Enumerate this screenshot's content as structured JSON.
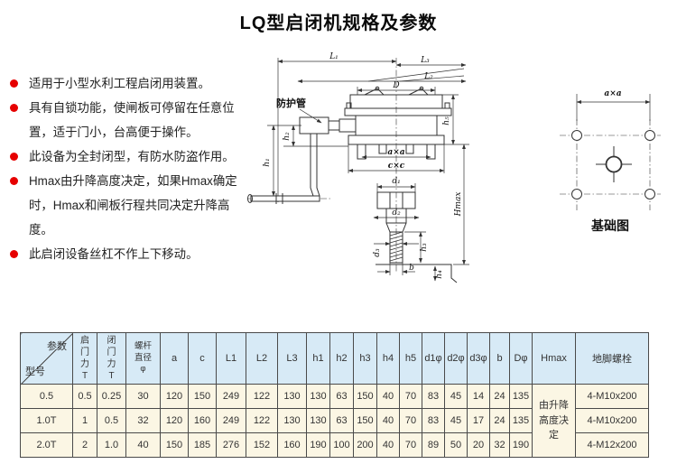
{
  "title": "LQ型启闭机规格及参数",
  "features": [
    "适用于小型水利工程启闭用装置。",
    "具有自锁功能，使闸板可停留在任意位置，适于门小，台高便于操作。",
    "此设备为全封闭型，有防水防盗作用。",
    "Hmax由升降高度决定，如果Hmax确定时，Hmax和闸板行程共同决定升降高度。",
    "此启闭设备丝杠不作上下移动。"
  ],
  "diagram": {
    "pipe_label": "防护管",
    "dims": {
      "L1": "L₁",
      "L2": "L₂",
      "L3": "L₃",
      "D": "D",
      "axa": "a×a",
      "cxc": "c×c",
      "d1": "d₁",
      "d2": "d₂",
      "d3": "d₃",
      "h1": "h₁",
      "h2": "h₂",
      "h3": "h₃",
      "h4": "h₄",
      "h5": "h₅",
      "b": "b",
      "Hmax": "Hmax"
    }
  },
  "foundation": {
    "dim": "a×a",
    "caption": "基础图"
  },
  "table": {
    "corner_top": "参数",
    "corner_bottom": "型号",
    "headers": [
      "启门力T",
      "闭门力T",
      "螺杆直径φ",
      "a",
      "c",
      "L1",
      "L2",
      "L3",
      "h1",
      "h2",
      "h3",
      "h4",
      "h5",
      "d1φ",
      "d2φ",
      "d3φ",
      "b",
      "Dφ",
      "Hmax",
      "地脚螺栓"
    ],
    "rows": [
      [
        "0.5",
        "0.5",
        "0.25",
        "30",
        "120",
        "150",
        "249",
        "122",
        "130",
        "130",
        "63",
        "150",
        "40",
        "70",
        "83",
        "45",
        "14",
        "24",
        "135",
        "4-M10x200"
      ],
      [
        "1.0T",
        "1",
        "0.5",
        "32",
        "120",
        "160",
        "249",
        "122",
        "130",
        "130",
        "63",
        "150",
        "40",
        "70",
        "83",
        "45",
        "17",
        "24",
        "135",
        "4-M10x200"
      ],
      [
        "2.0T",
        "2",
        "1.0",
        "40",
        "150",
        "185",
        "276",
        "152",
        "160",
        "190",
        "100",
        "200",
        "40",
        "70",
        "89",
        "50",
        "20",
        "32",
        "190",
        "4-M12x200"
      ]
    ],
    "hmax_note": "由升降高度决定"
  },
  "colors": {
    "bullet": "#e60000",
    "header_bg": "#d7eaf6",
    "row_bg": "#fbf6e4",
    "border": "#4a4a4a"
  }
}
